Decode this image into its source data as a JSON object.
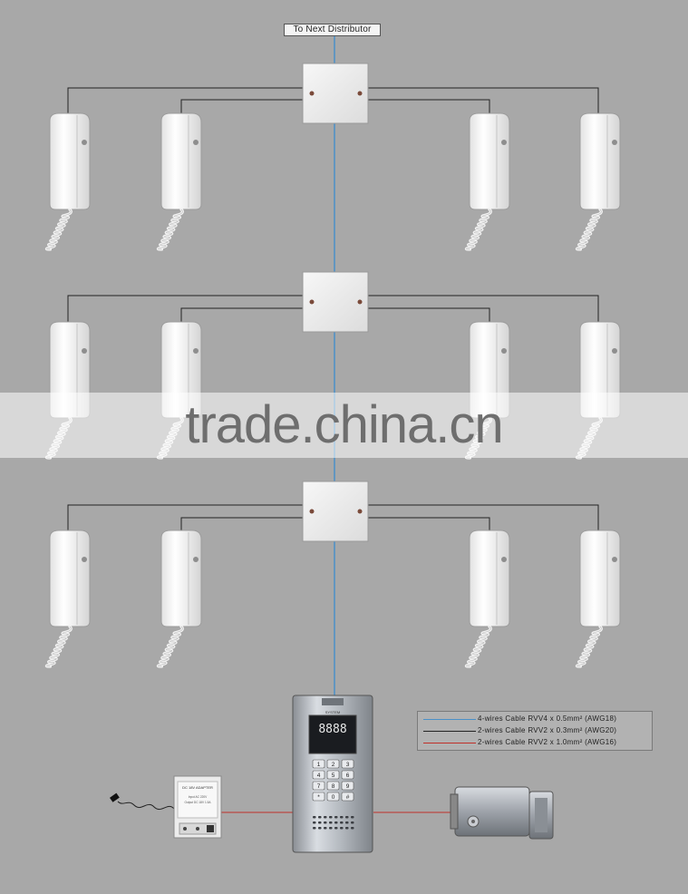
{
  "distributor_label": "To Next Distributor",
  "watermark": "trade.china.cn",
  "panel": {
    "brand": "SYSTEM",
    "display": "8888",
    "keys": [
      "1",
      "2",
      "3",
      "4",
      "5",
      "6",
      "7",
      "8",
      "9",
      "*",
      "0",
      "#"
    ]
  },
  "power_supply": {
    "title": "DC 18V ADAPTER",
    "lines": [
      "Input AC 220V",
      "Output DC 18V 1.5A"
    ]
  },
  "legend": [
    {
      "text": "4-wires Cable RVV4 x 0.5mm² (AWG18)",
      "color": "#4a90c8"
    },
    {
      "text": "2-wires Cable RVV2 x 0.3mm² (AWG20)",
      "color": "#222222"
    },
    {
      "text": "2-wires Cable RVV2 x 1.0mm² (AWG16)",
      "color": "#c0302a"
    }
  ],
  "colors": {
    "background": "#a8a8a8",
    "bus_wire": "#4a90c8",
    "branch_wire": "#222222",
    "power_wire": "#c0302a"
  }
}
